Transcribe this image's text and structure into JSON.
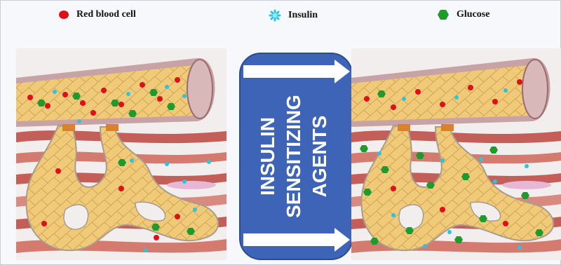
{
  "legend": {
    "rbc_label": "Red blood cell",
    "insulin_label": "Insulin",
    "glucose_label": "Glucose"
  },
  "center_label": {
    "line1": "INSULIN",
    "line2": "SENSITIZING",
    "line3": "AGENTS"
  },
  "colors": {
    "rbc": "#e0101a",
    "insulin": "#2ec4dc",
    "glucose": "#1f9a2c",
    "box": "#3d64b6",
    "vessel_wall": "#c8a3a6",
    "capillary_fill": "#f0c979",
    "muscle": "#c45e58"
  }
}
